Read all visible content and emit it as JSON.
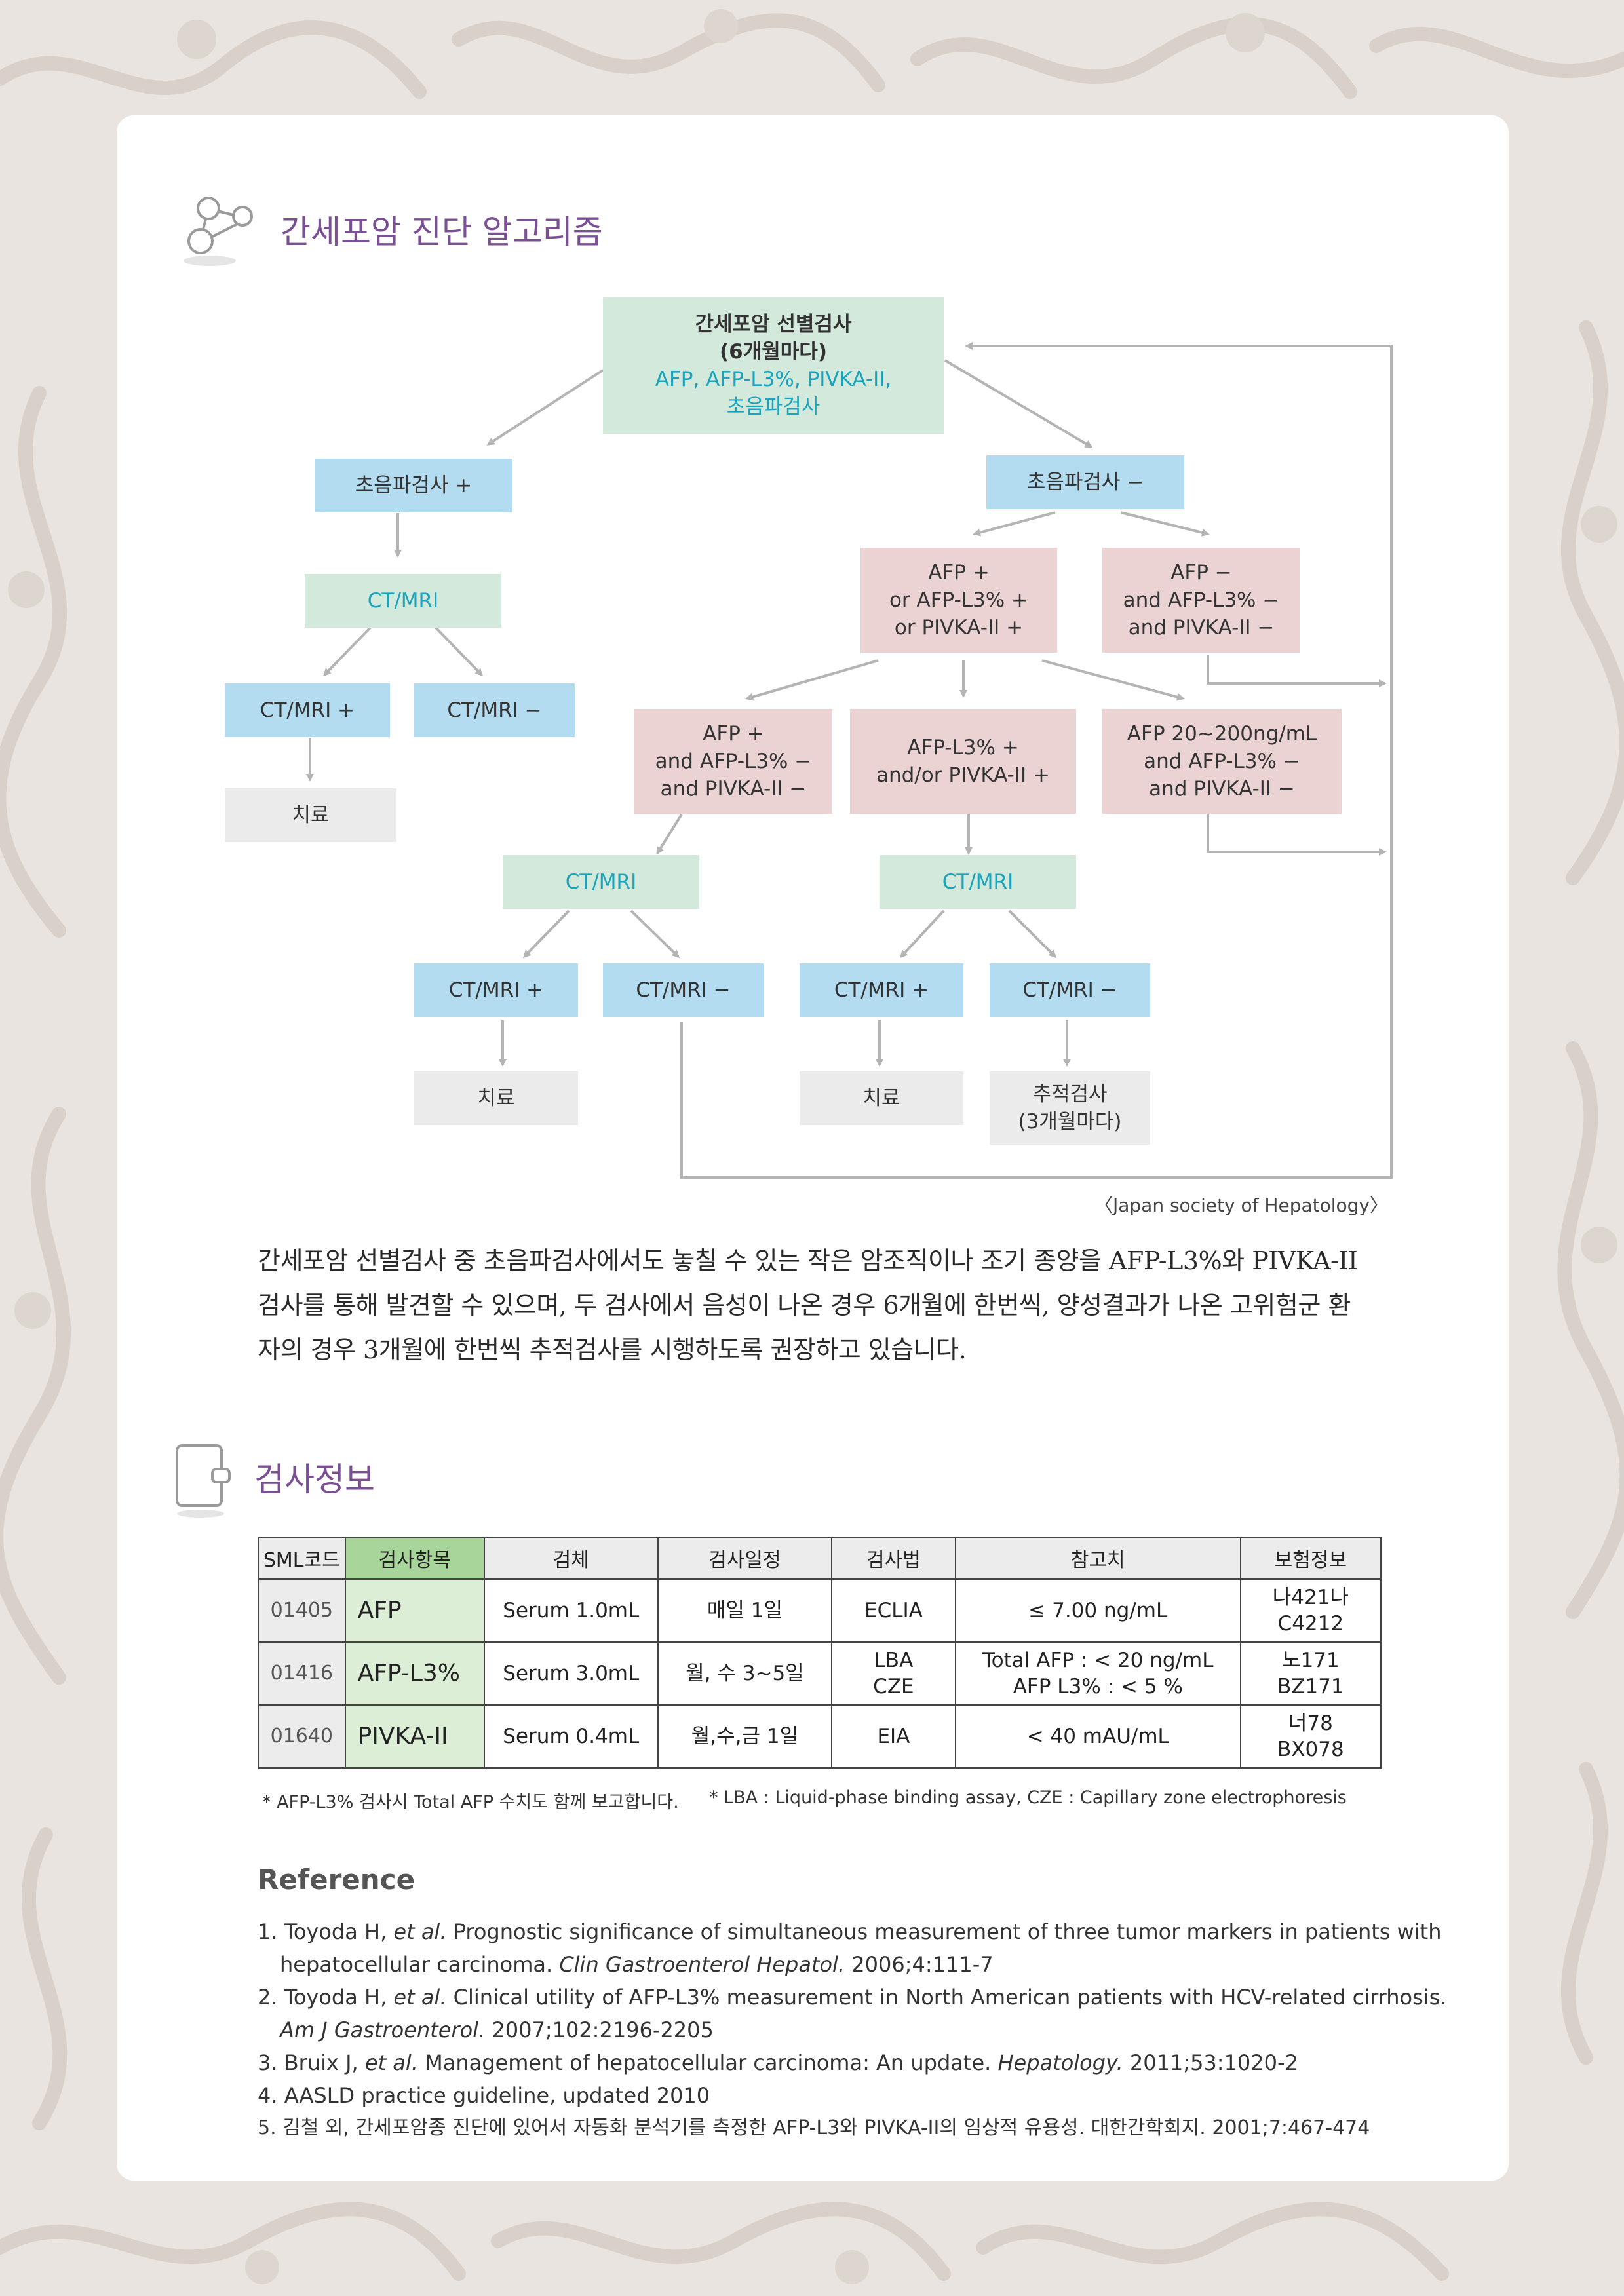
{
  "colors": {
    "heading": "#7a4f93",
    "green_box": "#d2e9db",
    "blue_box": "#b3dcf0",
    "pink_box": "#ebd3d4",
    "gray_box": "#ebebeb",
    "cyan_text": "#1aa3bc",
    "table_header_highlight": "#a8d69a",
    "table_item_cell": "#dcefd6"
  },
  "algorithm": {
    "heading": "간세포암 진단 알고리즘",
    "heading_icon": "molecule-icon",
    "flowchart": {
      "screening": {
        "title": "간세포암 선별검사",
        "interval": "(6개월마다)",
        "tests_line1": "AFP, AFP-L3%, PIVKA-II,",
        "tests_line2": "초음파검사"
      },
      "us_positive": "초음파검사 +",
      "us_negative": "초음파검사 −",
      "ctmri_a": "CT/MRI",
      "ctmri_a_pos": "CT/MRI +",
      "ctmri_a_neg": "CT/MRI −",
      "treatment_a": "치료",
      "marker_pos": [
        "AFP +",
        "or AFP-L3% +",
        "or PIVKA-II +"
      ],
      "marker_neg": [
        "AFP −",
        "and AFP-L3% −",
        "and PIVKA-II −"
      ],
      "afp_only": [
        "AFP +",
        "and AFP-L3% −",
        "and PIVKA-II −"
      ],
      "l3_pivka": [
        "AFP-L3% +",
        "and/or PIVKA-II +"
      ],
      "afp_range": [
        "AFP 20~200ng/mL",
        "and AFP-L3% −",
        "and PIVKA-II −"
      ],
      "ctmri_b": "CT/MRI",
      "ctmri_c": "CT/MRI",
      "ctmri_b_pos": "CT/MRI +",
      "ctmri_b_neg": "CT/MRI −",
      "ctmri_c_pos": "CT/MRI +",
      "ctmri_c_neg": "CT/MRI −",
      "treatment_b": "치료",
      "treatment_c": "치료",
      "followup": [
        "추적검사",
        "(3개월마다)"
      ]
    },
    "source": "〈Japan society of Hepatology〉",
    "description": [
      "간세포암 선별검사 중 초음파검사에서도 놓칠 수 있는 작은 암조직이나 조기 종양을 AFP-L3%와 PIVKA-II",
      "검사를 통해 발견할 수 있으며, 두 검사에서 음성이 나온 경우 6개월에 한번씩, 양성결과가 나온 고위험군 환",
      "자의 경우 3개월에 한번씩 추적검사를 시행하도록 권장하고 있습니다."
    ]
  },
  "test_info": {
    "heading": "검사정보",
    "heading_icon": "document-tab-icon",
    "columns": [
      "SML코드",
      "검사항목",
      "검체",
      "검사일정",
      "검사법",
      "참고치",
      "보험정보"
    ],
    "rows": [
      {
        "code": "01405",
        "item": "AFP",
        "specimen": "Serum 1.0mL",
        "schedule": "매일 1일",
        "method": [
          "ECLIA"
        ],
        "reference": [
          "≤ 7.00 ng/mL"
        ],
        "insurance": [
          "나421나",
          "C4212"
        ]
      },
      {
        "code": "01416",
        "item": "AFP-L3%",
        "specimen": "Serum 3.0mL",
        "schedule": "월, 수 3~5일",
        "method": [
          "LBA",
          "CZE"
        ],
        "reference": [
          "Total AFP : < 20 ng/mL",
          "AFP L3% : < 5 %"
        ],
        "insurance": [
          "노171",
          "BZ171"
        ]
      },
      {
        "code": "01640",
        "item": "PIVKA-II",
        "specimen": "Serum 0.4mL",
        "schedule": "월,수,금 1일",
        "method": [
          "EIA"
        ],
        "reference": [
          "< 40 mAU/mL"
        ],
        "insurance": [
          "너78",
          "BX078"
        ]
      }
    ],
    "footnote_1": "* AFP-L3% 검사시 Total AFP 수치도 함께 보고합니다.",
    "footnote_2": "* LBA : Liquid-phase binding assay, CZE : Capillary zone electrophoresis"
  },
  "reference": {
    "title": "Reference",
    "items": [
      {
        "lines": [
          {
            "pre": "1. Toyoda H, ",
            "it": "et al.",
            "post": " Prognostic significance of simultaneous measurement of three tumor markers in patients with"
          },
          {
            "pre": "hepatocellular carcinoma. ",
            "it": "Clin Gastroenterol Hepatol.",
            "post": " 2006;4:111-7"
          }
        ]
      },
      {
        "lines": [
          {
            "pre": "2. Toyoda H, ",
            "it": "et al.",
            "post": " Clinical utility of AFP-L3% measurement in North American patients with HCV-related cirrhosis."
          },
          {
            "pre": "",
            "it": "Am J Gastroenterol.",
            "post": " 2007;102:2196-2205"
          }
        ]
      },
      {
        "lines": [
          {
            "pre": "3. Bruix J, ",
            "it": "et al.",
            "post": " Management of hepatocellular carcinoma: An update. "
          },
          {
            "pre": "",
            "it": "",
            "post": ""
          }
        ],
        "tail": {
          "it": "Hepatology.",
          "post": " 2011;53:1020-2"
        }
      },
      {
        "lines": [
          {
            "pre": "4. AASLD practice guideline, updated 2010",
            "it": "",
            "post": ""
          }
        ]
      },
      {
        "lines": [
          {
            "pre": "5. 김철 외, 간세포암종 진단에 있어서 자동화 분석기를 측정한 AFP-L3와 PIVKA-II의 임상적 유용성. 대한간학회지. 2001;7:467-474",
            "it": "",
            "post": ""
          }
        ]
      }
    ]
  }
}
